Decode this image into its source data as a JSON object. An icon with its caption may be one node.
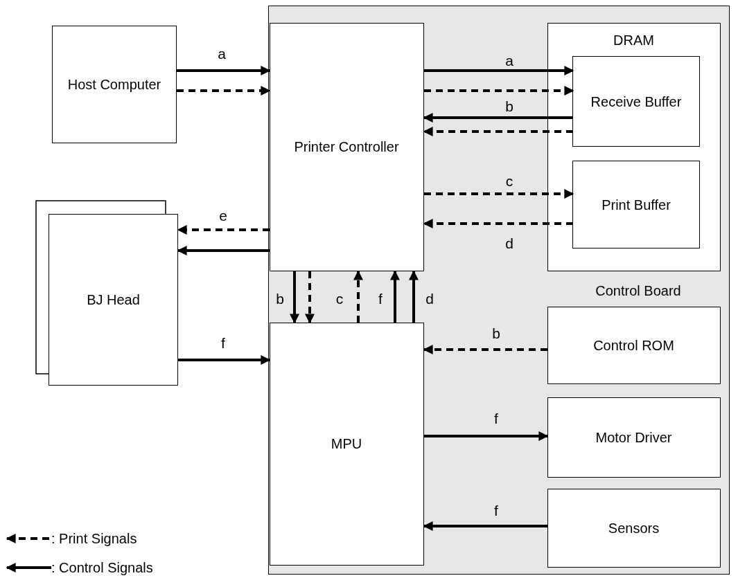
{
  "diagram": {
    "nodes": [
      {
        "text": [
          "Control Board"
        ]
      },
      {
        "text": [
          "Host Computer"
        ]
      },
      {
        "text": [
          "Printer Controller"
        ],
        "in": 0
      },
      {
        "text": [
          "DRAM"
        ],
        "in": 0
      },
      {
        "text": [
          "Receive Buffer"
        ],
        "in": 3
      },
      {
        "text": [
          "Print Buffer"
        ],
        "in": 3
      },
      {
        "text": [
          "BJ Head"
        ]
      },
      {
        "text": [
          "MPU"
        ],
        "in": 0
      },
      {
        "text": [
          "Control ROM"
        ],
        "in": 0
      },
      {
        "text": [
          "Motor Driver"
        ],
        "in": 0
      },
      {
        "text": [
          "Sensors"
        ],
        "in": 0
      }
    ],
    "edges": [
      {
        "from": 1,
        "to": 2,
        "arrow": "to",
        "label": "a"
      },
      {
        "from": 1,
        "to": 2,
        "arrow": "to",
        "style": "dashed"
      },
      {
        "from": 2,
        "to": 4,
        "arrow": "to",
        "label": "a"
      },
      {
        "from": 2,
        "to": 4,
        "arrow": "to",
        "style": "dashed"
      },
      {
        "from": 4,
        "to": 2,
        "arrow": "to",
        "label": "b"
      },
      {
        "from": 4,
        "to": 2,
        "arrow": "to",
        "style": "dashed"
      },
      {
        "from": 2,
        "to": 5,
        "arrow": "to",
        "label": "c",
        "style": "dashed"
      },
      {
        "from": 5,
        "to": 2,
        "arrow": "to",
        "label": "d",
        "style": "dashed"
      },
      {
        "from": 2,
        "to": 6,
        "arrow": "to",
        "label": "e",
        "style": "dashed"
      },
      {
        "from": 2,
        "to": 6,
        "arrow": "to"
      },
      {
        "from": 2,
        "to": 7,
        "arrow": "to",
        "label": "b"
      },
      {
        "from": 2,
        "to": 7,
        "arrow": "to",
        "style": "dashed"
      },
      {
        "from": 7,
        "to": 2,
        "arrow": "to",
        "label": "c",
        "style": "dashed"
      },
      {
        "from": 7,
        "to": 2,
        "arrow": "to",
        "label": "f"
      },
      {
        "from": 7,
        "to": 2,
        "arrow": "to",
        "label": "d"
      },
      {
        "from": 6,
        "to": 7,
        "arrow": "to",
        "label": "f"
      },
      {
        "from": 8,
        "to": 7,
        "arrow": "to",
        "label": "b",
        "style": "dashed"
      },
      {
        "from": 7,
        "to": 9,
        "arrow": "to",
        "label": "f"
      },
      {
        "from": 10,
        "to": 7,
        "arrow": "to",
        "label": "f"
      }
    ],
    "legend": [
      {
        "text": ": Print Signals"
      },
      {
        "text": ": Control Signals"
      }
    ]
  }
}
